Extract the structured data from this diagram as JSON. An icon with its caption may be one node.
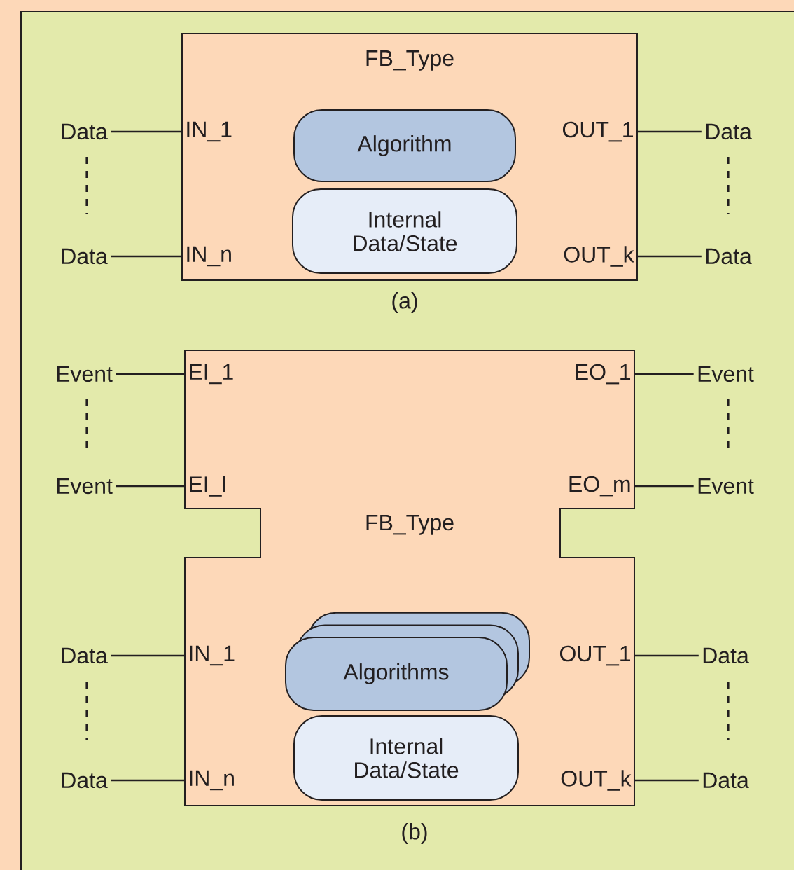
{
  "diagram": {
    "nodes": [
      {
        "text": [
          "FB_Type"
        ]
      },
      {
        "text": [
          "IN_1"
        ],
        "in": 0
      },
      {
        "text": [
          "IN_n"
        ],
        "in": 0
      },
      {
        "text": [
          "Algorithm"
        ],
        "in": 0
      },
      {
        "text": [
          "Internal Data/State"
        ],
        "in": 0
      },
      {
        "text": [
          "OUT_1"
        ],
        "in": 0
      },
      {
        "text": [
          "OUT_k"
        ],
        "in": 0
      },
      {
        "text": [
          "Data"
        ]
      },
      {
        "text": [
          "Data"
        ]
      },
      {
        "text": [
          "Data"
        ]
      },
      {
        "text": [
          "Data"
        ]
      },
      {
        "text": [
          "FB_Type"
        ]
      },
      {
        "text": [
          "EI_1"
        ],
        "in": 11
      },
      {
        "text": [
          "EI_l"
        ],
        "in": 11
      },
      {
        "text": [
          "EO_1"
        ],
        "in": 11
      },
      {
        "text": [
          "EO_m"
        ],
        "in": 11
      },
      {
        "text": [
          "IN_1"
        ],
        "in": 11
      },
      {
        "text": [
          "IN_n"
        ],
        "in": 11
      },
      {
        "text": [
          "Algorithms"
        ],
        "in": 11
      },
      {
        "text": [
          "Internal Data/State"
        ],
        "in": 11
      },
      {
        "text": [
          "OUT_1"
        ],
        "in": 11
      },
      {
        "text": [
          "OUT_k"
        ],
        "in": 11
      },
      {
        "text": [
          "Event"
        ]
      },
      {
        "text": [
          "Event"
        ]
      },
      {
        "text": [
          "Event"
        ]
      },
      {
        "text": [
          "Event"
        ]
      },
      {
        "text": [
          "Data"
        ]
      },
      {
        "text": [
          "Data"
        ]
      },
      {
        "text": [
          "Data"
        ]
      },
      {
        "text": [
          "Data"
        ]
      }
    ],
    "edges": [
      {
        "from": 7,
        "to": 1,
        "arrow": "none"
      },
      {
        "from": 8,
        "to": 2,
        "arrow": "none"
      },
      {
        "from": 5,
        "to": 9,
        "arrow": "none"
      },
      {
        "from": 6,
        "to": 10,
        "arrow": "none"
      },
      {
        "from": 22,
        "to": 12,
        "arrow": "none"
      },
      {
        "from": 23,
        "to": 13,
        "arrow": "none"
      },
      {
        "from": 14,
        "to": 24,
        "arrow": "none"
      },
      {
        "from": 15,
        "to": 25,
        "arrow": "none"
      },
      {
        "from": 26,
        "to": 16,
        "arrow": "none"
      },
      {
        "from": 27,
        "to": 17,
        "arrow": "none"
      },
      {
        "from": 20,
        "to": 28,
        "arrow": "none"
      },
      {
        "from": 21,
        "to": 29,
        "arrow": "none"
      }
    ],
    "labels": [
      "(a)",
      "(b)"
    ]
  }
}
